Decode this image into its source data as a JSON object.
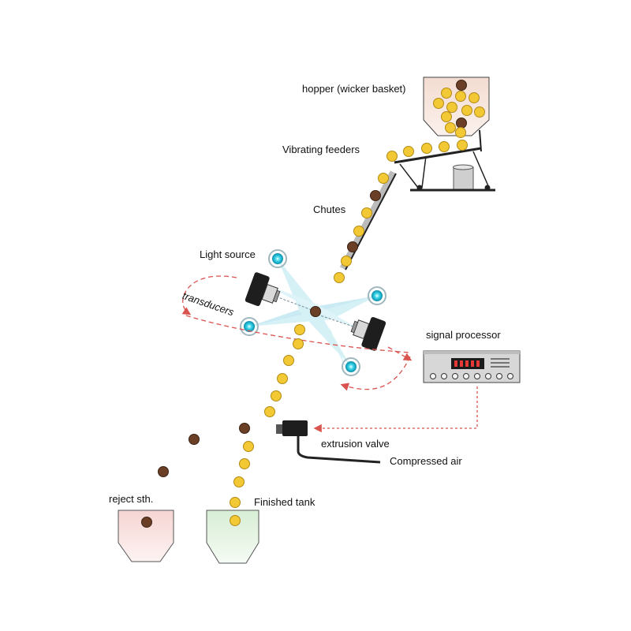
{
  "labels": {
    "hopper": "hopper (wicker basket)",
    "feeders": "Vibrating feeders",
    "chutes": "Chutes",
    "light_source": "Light source",
    "transducers": "transducers",
    "signal_processor": "signal processor",
    "extrusion_valve": "extrusion valve",
    "compressed_air": "Compressed air",
    "reject": "reject sth.",
    "finished": "Finished tank"
  },
  "colors": {
    "good_bean": "#f2c934",
    "bad_bean": "#6a3f26",
    "beam": "#bfe6ee",
    "signal_line": "#d9534f",
    "reject_tank": "#f7dede",
    "finished_tank": "#dff1dc",
    "hopper_fill": "#f5e2d8"
  },
  "icons": {
    "light": "light-source-icon",
    "camera": "transducer-camera-icon",
    "processor": "signal-processor-icon",
    "valve": "extrusion-valve-icon"
  }
}
